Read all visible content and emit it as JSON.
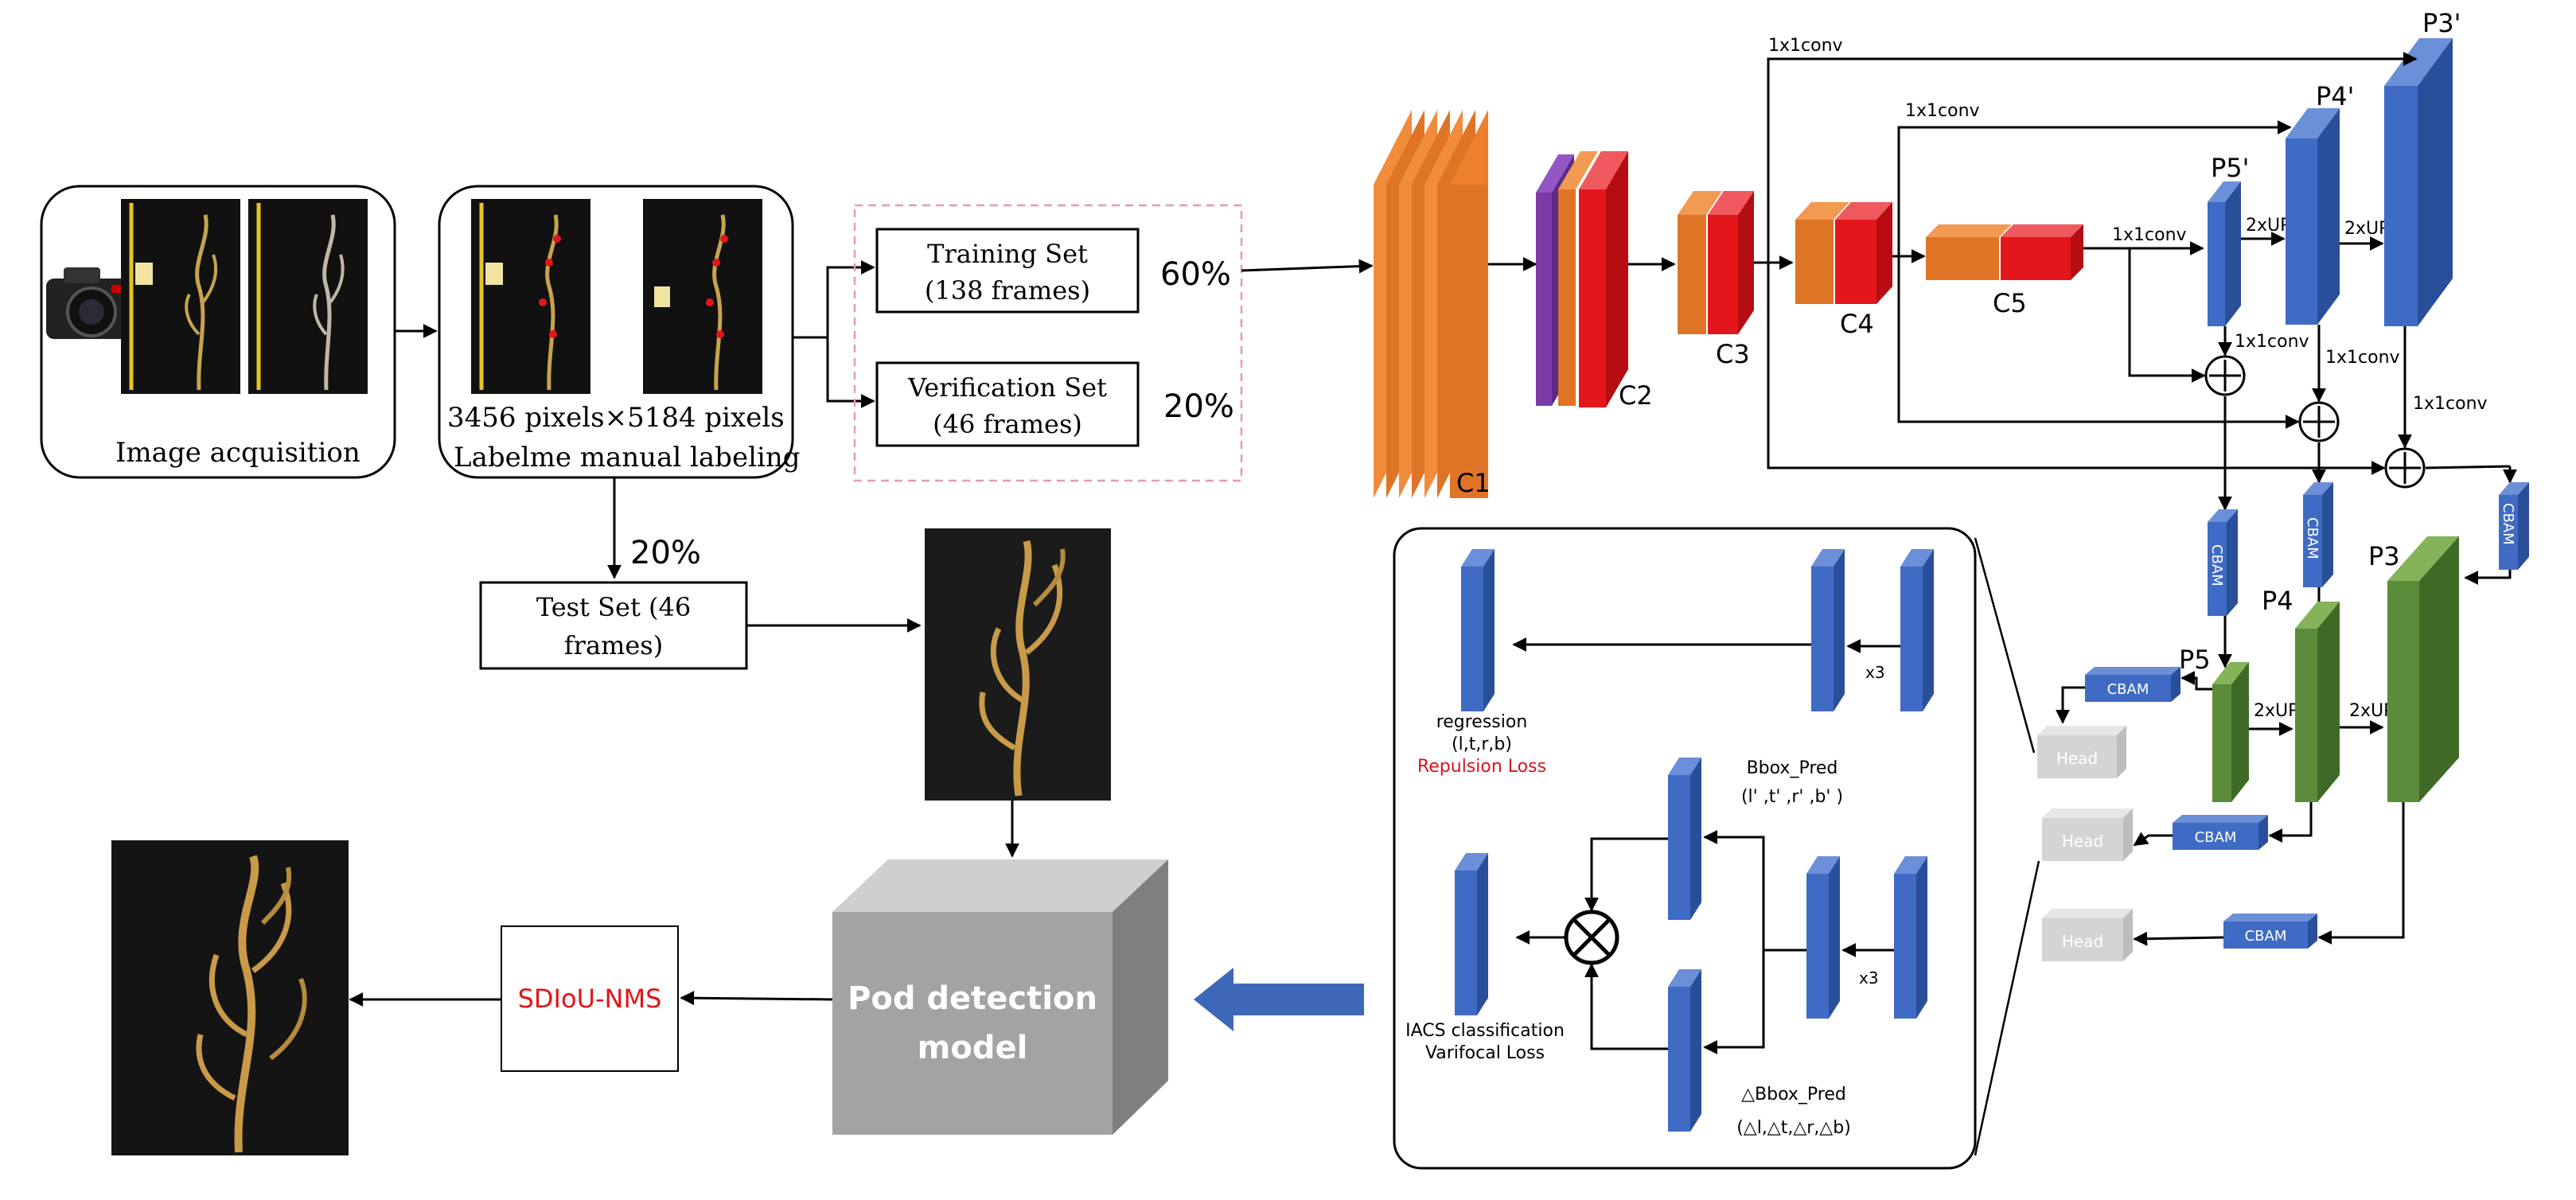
{
  "pipeline": {
    "image_acquisition": "Image acquisition",
    "resolution": "3456 pixels×5184 pixels",
    "labeling": "Labelme manual labeling",
    "training_set_line1": "Training Set",
    "training_set_line2": "(138 frames)",
    "training_pct": "60%",
    "verification_set_line1": "Verification Set",
    "verification_set_line2": "(46 frames)",
    "verification_pct": "20%",
    "test_set_line1": "Test Set (46",
    "test_set_line2": "frames)",
    "test_pct": "20%",
    "nms_label": "SDIoU-NMS",
    "model_line1": "Pod detection",
    "model_line2": "model"
  },
  "backbone": {
    "c1": "C1",
    "c2": "C2",
    "c3": "C3",
    "c4": "C4",
    "c5": "C5"
  },
  "neck": {
    "conv1": "1x1conv",
    "up2": "2xUP",
    "p3p": "P3'",
    "p4p": "P4'",
    "p5p": "P5'",
    "p3": "P3",
    "p4": "P4",
    "p5": "P5",
    "cbam": "CBAM"
  },
  "heads": {
    "head": "Head"
  },
  "detail": {
    "x3": "x3",
    "regression": "regression",
    "regression_vars": "(l,t,r,b)",
    "repulsion": "Repulsion Loss",
    "bbox_pred": "Bbox_Pred",
    "bbox_vars": "(l' ,t' ,r' ,b' )",
    "iacs1": "IACS classification",
    "iacs2": "Varifocal Loss",
    "delta_bbox": "△Bbox_Pred",
    "delta_vars": "(△l,△t,△r,△b)"
  },
  "colors": {
    "orange": "#e07426",
    "red": "#e3161c",
    "purple": "#7b3aa6",
    "blue": "#3f6bc4",
    "green": "#5b8c3a",
    "grey_head": "#d4d4d4",
    "model_box": "#a3a3a3",
    "nms_text": "#e0141a",
    "arrow_blue": "#3d67b8"
  }
}
